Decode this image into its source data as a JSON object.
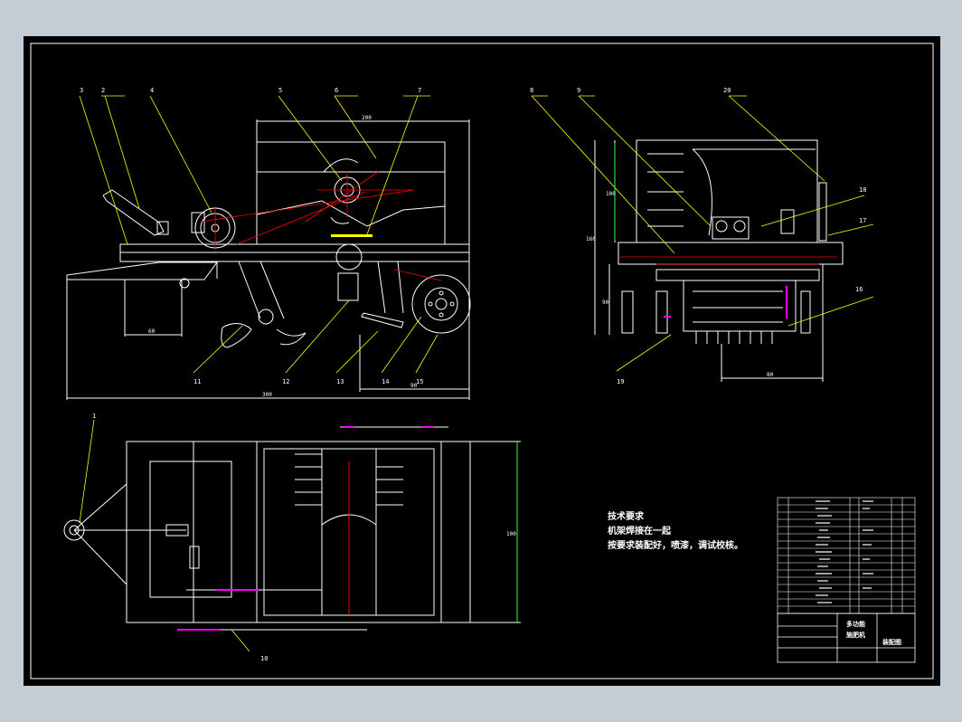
{
  "part_labels": {
    "p1": "1",
    "p2": "2",
    "p3": "3",
    "p4": "4",
    "p5": "5",
    "p6": "6",
    "p7": "7",
    "p8": "8",
    "p9": "9",
    "p10": "10",
    "p11": "11",
    "p12": "12",
    "p13": "13",
    "p14": "14",
    "p15": "15",
    "p16": "16",
    "p17": "17",
    "p18": "18",
    "p19": "19",
    "p20": "20"
  },
  "dimensions": {
    "top_width": "200",
    "overall_length": "300",
    "hitch_len": "60",
    "wheel_span": "90",
    "right_height_1": "100",
    "right_height_2": "160",
    "right_height_3": "90",
    "right_bottom": "80",
    "plan_height": "100"
  },
  "technical_notes": {
    "title": "技术要求",
    "line1": "机架焊接在一起",
    "line2": "按要求装配好，喷漆，调试校核。"
  },
  "title_block": {
    "name_line1": "多功能",
    "name_line2": "施肥机",
    "drawing_type": "装配图"
  },
  "colors": {
    "background": "#000000",
    "outline": "#ffffff",
    "leader": "#ffff00",
    "centerline": "#ff0000",
    "dimension": "#00ff00",
    "highlight": "#ff00ff"
  }
}
